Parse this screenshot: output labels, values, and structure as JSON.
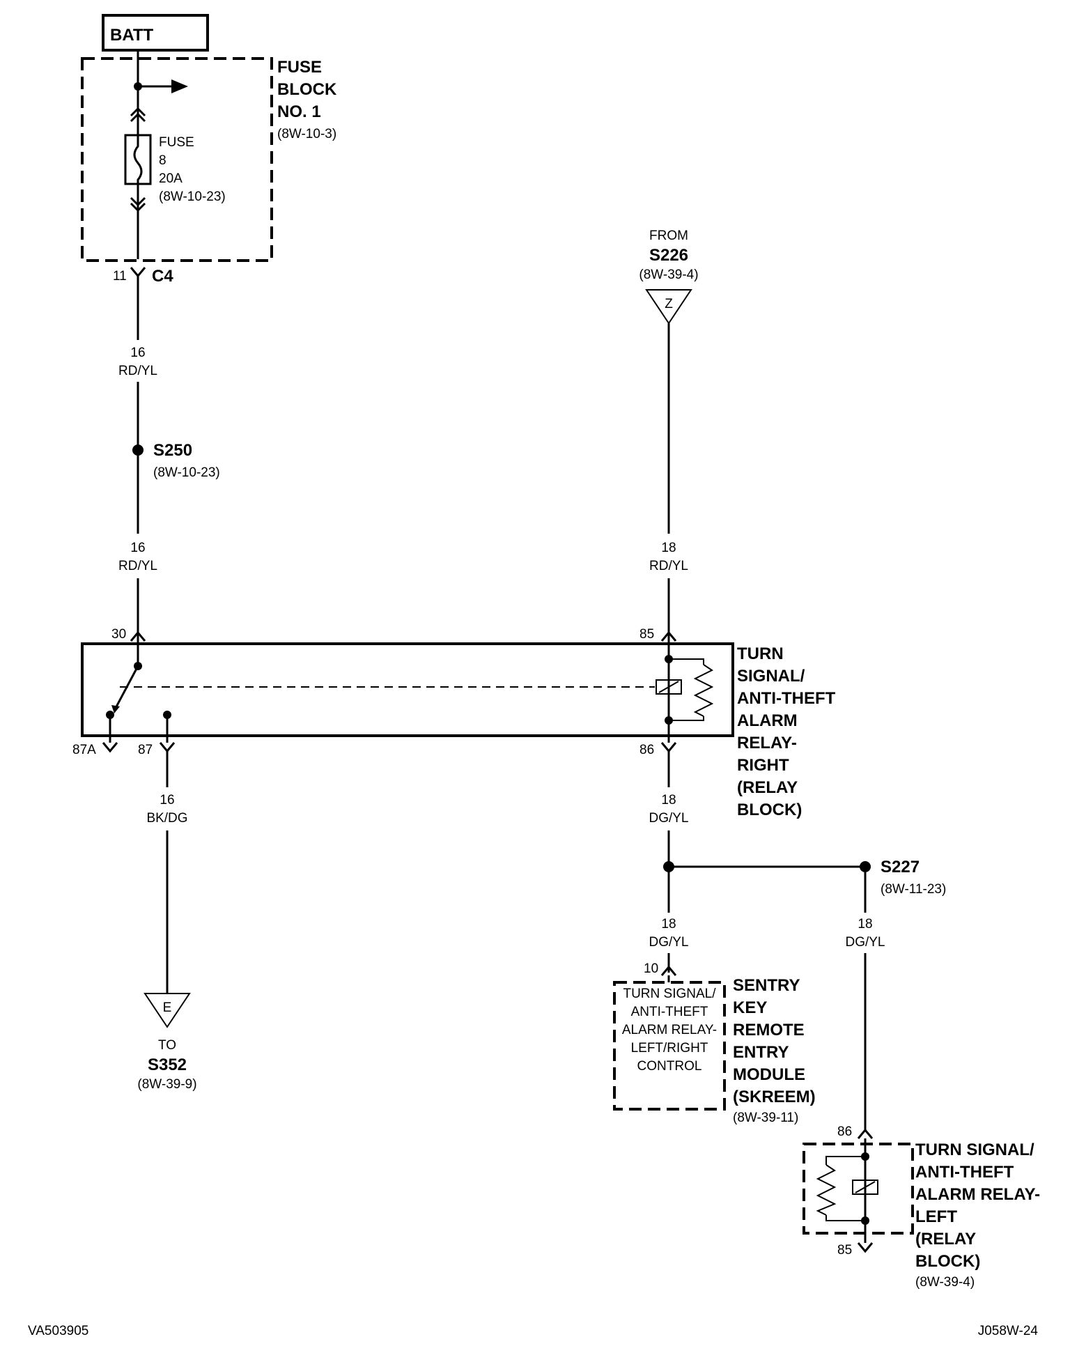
{
  "batt": "BATT",
  "fuse_block": {
    "title": [
      "FUSE",
      "BLOCK",
      "NO. 1"
    ],
    "ref": "(8W-10-3)",
    "fuse": [
      "FUSE",
      "8",
      "20A",
      "(8W-10-23)"
    ]
  },
  "c4": {
    "pin": "11",
    "name": "C4"
  },
  "wire_rdyl_1": {
    "gauge": "16",
    "color": "RD/YL"
  },
  "s250": {
    "name": "S250",
    "ref": "(8W-10-23)"
  },
  "wire_rdyl_2": {
    "gauge": "16",
    "color": "RD/YL"
  },
  "from_s226": {
    "from": "FROM",
    "name": "S226",
    "ref": "(8W-39-4)",
    "letter": "Z"
  },
  "wire_rdyl_3": {
    "gauge": "18",
    "color": "RD/YL"
  },
  "relay_right": {
    "pins": {
      "p30": "30",
      "p85": "85",
      "p87a": "87A",
      "p87": "87",
      "p86": "86"
    },
    "title": [
      "TURN",
      "SIGNAL/",
      "ANTI-THEFT",
      "ALARM",
      "RELAY-",
      "RIGHT",
      "(RELAY",
      "BLOCK)"
    ]
  },
  "wire_bkdg": {
    "gauge": "16",
    "color": "BK/DG"
  },
  "to_s352": {
    "letter": "E",
    "to": "TO",
    "name": "S352",
    "ref": "(8W-39-9)"
  },
  "wire_dgyl_1": {
    "gauge": "18",
    "color": "DG/YL"
  },
  "s227": {
    "name": "S227",
    "ref": "(8W-11-23)"
  },
  "wire_dgyl_2": {
    "gauge": "18",
    "color": "DG/YL"
  },
  "wire_dgyl_3": {
    "gauge": "18",
    "color": "DG/YL"
  },
  "skreem": {
    "pin": "10",
    "inner": [
      "TURN SIGNAL/",
      "ANTI-THEFT",
      "ALARM RELAY-",
      "LEFT/RIGHT",
      "CONTROL"
    ],
    "title": [
      "SENTRY",
      "KEY",
      "REMOTE",
      "ENTRY",
      "MODULE",
      "(SKREEM)"
    ],
    "ref": "(8W-39-11)"
  },
  "relay_left": {
    "pins": {
      "p86": "86",
      "p85": "85"
    },
    "title": [
      "TURN SIGNAL/",
      "ANTI-THEFT",
      "ALARM RELAY-",
      "LEFT",
      "(RELAY",
      "BLOCK)"
    ],
    "ref": "(8W-39-4)"
  },
  "footer": {
    "left": "VA503905",
    "right": "J058W-24"
  }
}
